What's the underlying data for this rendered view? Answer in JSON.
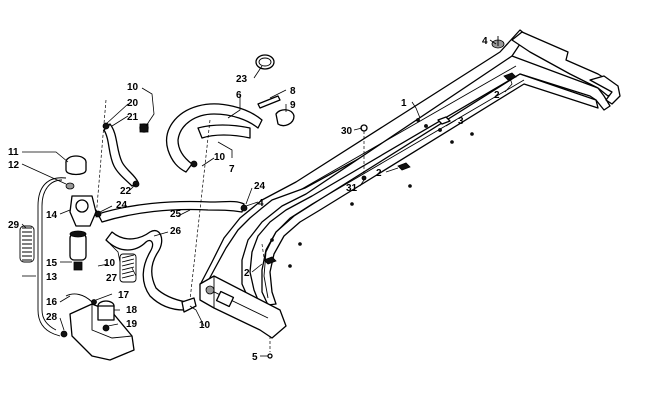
{
  "diagram": {
    "callouts": [
      {
        "id": "c1",
        "label": "1"
      },
      {
        "id": "c2a",
        "label": "2"
      },
      {
        "id": "c2b",
        "label": "2"
      },
      {
        "id": "c2c",
        "label": "2"
      },
      {
        "id": "c3",
        "label": "3"
      },
      {
        "id": "c4a",
        "label": "4"
      },
      {
        "id": "c4b",
        "label": "4"
      },
      {
        "id": "c5",
        "label": "5"
      },
      {
        "id": "c6",
        "label": "6"
      },
      {
        "id": "c7",
        "label": "7"
      },
      {
        "id": "c8",
        "label": "8"
      },
      {
        "id": "c9",
        "label": "9"
      },
      {
        "id": "c10a",
        "label": "10"
      },
      {
        "id": "c10b",
        "label": "10"
      },
      {
        "id": "c10c",
        "label": "10"
      },
      {
        "id": "c10d",
        "label": "10"
      },
      {
        "id": "c11",
        "label": "11"
      },
      {
        "id": "c12",
        "label": "12"
      },
      {
        "id": "c13",
        "label": "13"
      },
      {
        "id": "c14",
        "label": "14"
      },
      {
        "id": "c15",
        "label": "15"
      },
      {
        "id": "c16",
        "label": "16"
      },
      {
        "id": "c17",
        "label": "17"
      },
      {
        "id": "c18",
        "label": "18"
      },
      {
        "id": "c19",
        "label": "19"
      },
      {
        "id": "c20",
        "label": "20"
      },
      {
        "id": "c21",
        "label": "21"
      },
      {
        "id": "c22",
        "label": "22"
      },
      {
        "id": "c23",
        "label": "23"
      },
      {
        "id": "c24a",
        "label": "24"
      },
      {
        "id": "c24b",
        "label": "24"
      },
      {
        "id": "c25",
        "label": "25"
      },
      {
        "id": "c26",
        "label": "26"
      },
      {
        "id": "c27",
        "label": "27"
      },
      {
        "id": "c28",
        "label": "28"
      },
      {
        "id": "c29",
        "label": "29"
      },
      {
        "id": "c30",
        "label": "30"
      },
      {
        "id": "c31",
        "label": "31"
      }
    ]
  }
}
